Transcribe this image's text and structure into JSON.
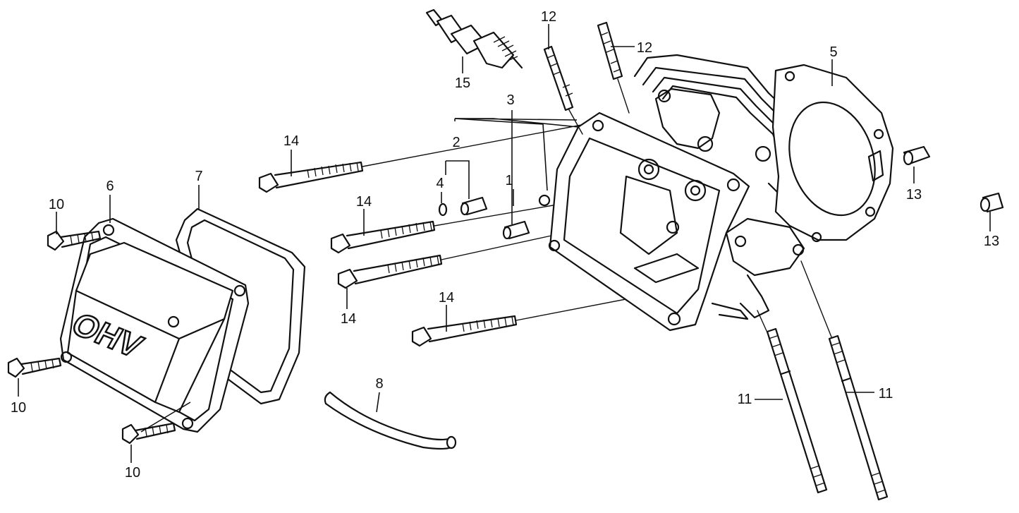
{
  "cover_logo": "OHV",
  "labels": {
    "l1": "1",
    "l2": "2",
    "l3": "3",
    "l4": "4",
    "l5": "5",
    "l6": "6",
    "l7": "7",
    "l8": "8",
    "l10a": "10",
    "l10b": "10",
    "l10c": "10",
    "l11a": "11",
    "l11b": "11",
    "l12a": "12",
    "l12b": "12",
    "l13a": "13",
    "l13b": "13",
    "l14a": "14",
    "l14b": "14",
    "l14c": "14",
    "l14d": "14",
    "l15": "15"
  }
}
